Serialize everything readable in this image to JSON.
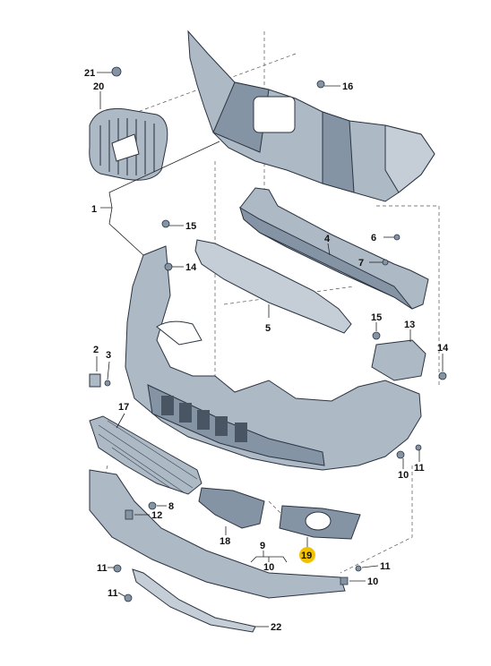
{
  "diagram": {
    "callouts": [
      {
        "id": "c21",
        "label": "21"
      },
      {
        "id": "c20",
        "label": "20"
      },
      {
        "id": "c16",
        "label": "16"
      },
      {
        "id": "c1",
        "label": "1"
      },
      {
        "id": "c15a",
        "label": "15"
      },
      {
        "id": "c14a",
        "label": "14"
      },
      {
        "id": "c4",
        "label": "4"
      },
      {
        "id": "c6",
        "label": "6"
      },
      {
        "id": "c7",
        "label": "7"
      },
      {
        "id": "c5",
        "label": "5"
      },
      {
        "id": "c15b",
        "label": "15"
      },
      {
        "id": "c13",
        "label": "13"
      },
      {
        "id": "c14b",
        "label": "14"
      },
      {
        "id": "c2",
        "label": "2"
      },
      {
        "id": "c3",
        "label": "3"
      },
      {
        "id": "c17",
        "label": "17"
      },
      {
        "id": "c8",
        "label": "8"
      },
      {
        "id": "c12",
        "label": "12"
      },
      {
        "id": "c18",
        "label": "18"
      },
      {
        "id": "c19",
        "label": "19"
      },
      {
        "id": "c9",
        "label": "9"
      },
      {
        "id": "c10a",
        "label": "10"
      },
      {
        "id": "c10b",
        "label": "10"
      },
      {
        "id": "c11a",
        "label": "11"
      },
      {
        "id": "c11b",
        "label": "11"
      },
      {
        "id": "c11c",
        "label": "11"
      },
      {
        "id": "c11d",
        "label": "11"
      },
      {
        "id": "c10c",
        "label": "10"
      },
      {
        "id": "c22",
        "label": "22"
      }
    ],
    "highlight_color": "#f2c200",
    "part_fill": "#aeb9c6",
    "part_fill_dark": "#8594a5"
  }
}
